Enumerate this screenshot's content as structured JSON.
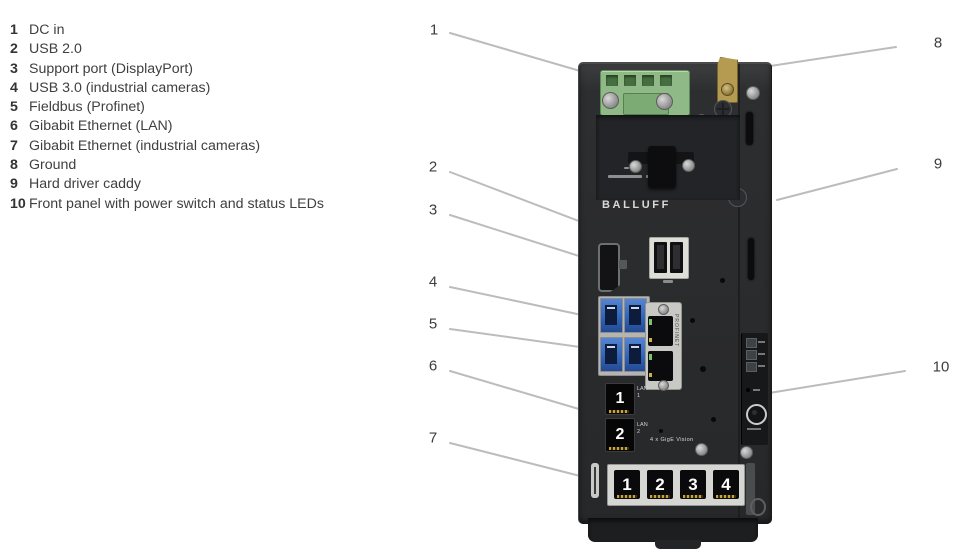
{
  "legend": {
    "items": [
      {
        "num": "1",
        "label": "DC in"
      },
      {
        "num": "2",
        "label": "USB 2.0"
      },
      {
        "num": "3",
        "label": "Support port (DisplayPort)"
      },
      {
        "num": "4",
        "label": "USB 3.0 (industrial cameras)"
      },
      {
        "num": "5",
        "label": "Fieldbus (Profinet)"
      },
      {
        "num": "6",
        "label": "Gibabit Ethernet (LAN)"
      },
      {
        "num": "7",
        "label": "Gibabit Ethernet (industrial cameras)"
      },
      {
        "num": "8",
        "label": "Ground"
      },
      {
        "num": "9",
        "label": "Hard driver caddy"
      },
      {
        "num": "10",
        "label": "Front panel with power switch and status LEDs"
      }
    ]
  },
  "callouts": {
    "left": [
      "1",
      "2",
      "3",
      "4",
      "5",
      "6",
      "7"
    ],
    "right": [
      "8",
      "9",
      "10"
    ]
  },
  "device": {
    "brand": "BALLUFF",
    "profinet": "PROFINET",
    "gige_caption": "4 x GigE Vision",
    "lan_ports": [
      {
        "num": "1",
        "label": "LAN",
        "sub": "1"
      },
      {
        "num": "2",
        "label": "LAN",
        "sub": "2"
      }
    ],
    "gige_ports": [
      "1",
      "2",
      "3",
      "4"
    ]
  },
  "colors": {
    "usb-blue": "#2f62b5",
    "terminal-green": "#8fb986",
    "brass": "#b59a52",
    "leader-line": "#bcbcbc"
  }
}
